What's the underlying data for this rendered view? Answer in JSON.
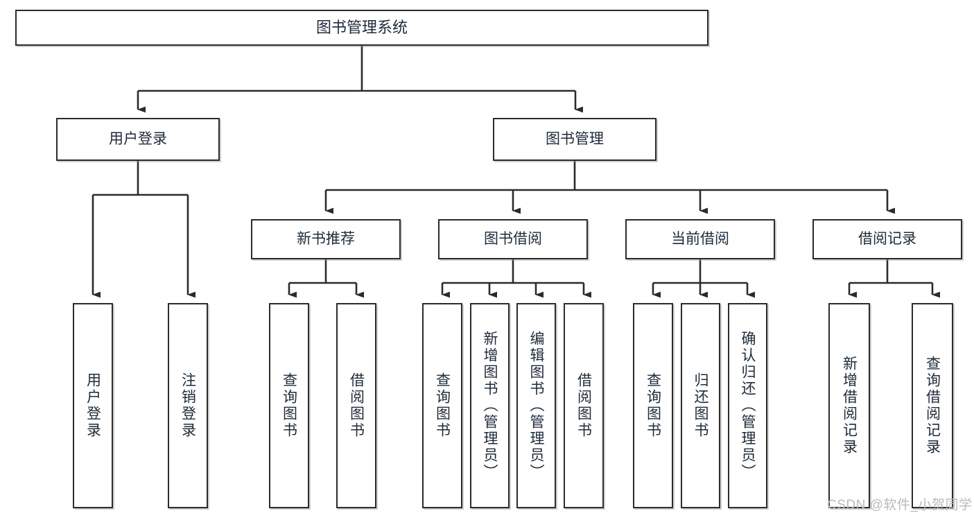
{
  "diagram": {
    "type": "tree-hierarchy-chart",
    "title": "图书管理系统",
    "line_color": "#2b2b2b",
    "text_color": "#1d2b3a",
    "background": "#ffffff"
  },
  "nodes": {
    "root": {
      "label": "图书管理系统"
    },
    "level2": [
      {
        "id": "user-login",
        "label": "用户登录"
      },
      {
        "id": "book-manage",
        "label": "图书管理"
      }
    ],
    "level3": [
      {
        "id": "new-book-recommend",
        "label": "新书推荐"
      },
      {
        "id": "book-borrow",
        "label": "图书借阅"
      },
      {
        "id": "current-borrow",
        "label": "当前借阅"
      },
      {
        "id": "borrow-record",
        "label": "借阅记录"
      }
    ],
    "leaves": {
      "user-login": [
        {
          "id": "leaf-user-login",
          "label": "用户登录"
        },
        {
          "id": "leaf-logout-login",
          "label": "注销登录"
        }
      ],
      "new-book-recommend": [
        {
          "id": "leaf-query-book-1",
          "label": "查询图书"
        },
        {
          "id": "leaf-borrow-book-1",
          "label": "借阅图书"
        }
      ],
      "book-borrow": [
        {
          "id": "leaf-query-book-2",
          "label": "查询图书"
        },
        {
          "id": "leaf-add-book",
          "label": "新增图书（管理员）"
        },
        {
          "id": "leaf-edit-book",
          "label": "编辑图书（管理员）"
        },
        {
          "id": "leaf-borrow-book-2",
          "label": "借阅图书"
        }
      ],
      "current-borrow": [
        {
          "id": "leaf-query-book-3",
          "label": "查询图书"
        },
        {
          "id": "leaf-return-book",
          "label": "归还图书"
        },
        {
          "id": "leaf-confirm-return",
          "label": "确认归还（管理员）"
        }
      ],
      "borrow-record": [
        {
          "id": "leaf-add-record",
          "label": "新增借阅记录"
        },
        {
          "id": "leaf-query-record",
          "label": "查询借阅记录"
        }
      ]
    }
  },
  "watermark": {
    "text": "CSDN @软件_小贺同学"
  }
}
